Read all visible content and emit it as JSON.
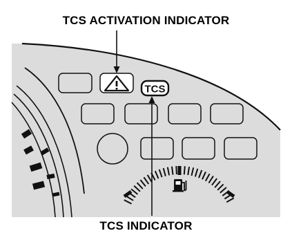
{
  "labels": {
    "top": "TCS ACTIVATION INDICATOR",
    "bottom": "TCS INDICATOR"
  },
  "indicators": {
    "tcs_text": "TCS",
    "activation_icon": "warning-triangle-icon",
    "fuel_icon": "fuel-pump-icon"
  },
  "colors": {
    "panel_gray": "#dcdcdc",
    "line": "#111111",
    "background": "#ffffff"
  }
}
